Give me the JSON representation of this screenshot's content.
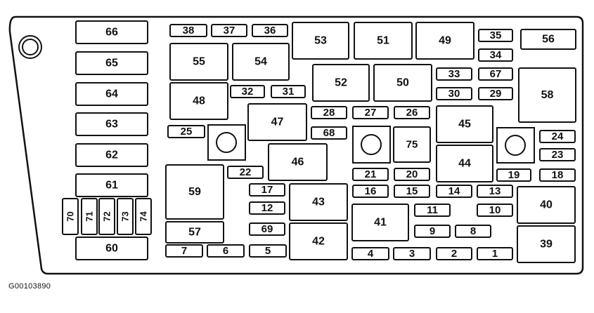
{
  "caption": "G00103890",
  "colors": {
    "stroke": "#111111",
    "fill": "#ffffff"
  },
  "fuses": [
    "66",
    "65",
    "64",
    "63",
    "62",
    "61",
    "70",
    "71",
    "72",
    "73",
    "74",
    "60",
    "38",
    "37",
    "36",
    "55",
    "54",
    "48",
    "32",
    "31",
    "25",
    "59",
    "57",
    "22",
    "7",
    "6",
    "5",
    "17",
    "12",
    "69",
    "47",
    "46",
    "53",
    "51",
    "49",
    "52",
    "50",
    "28",
    "68",
    "27",
    "26",
    "21",
    "20",
    "16",
    "15",
    "43",
    "42",
    "75",
    "41",
    "11",
    "9",
    "4",
    "3",
    "35",
    "34",
    "33",
    "67",
    "30",
    "29",
    "45",
    "44",
    "14",
    "13",
    "10",
    "8",
    "2",
    "1",
    "56",
    "58",
    "24",
    "23",
    "19",
    "18",
    "40",
    "39"
  ]
}
